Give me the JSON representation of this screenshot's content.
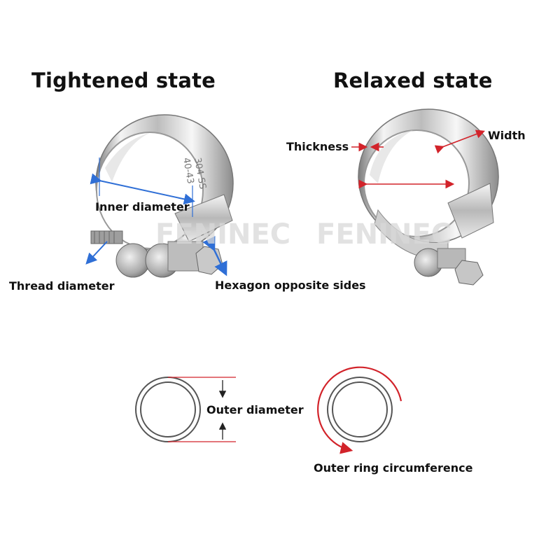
{
  "titles": {
    "tightened": "Tightened state",
    "relaxed": "Relaxed state"
  },
  "labels": {
    "inner_diameter": "Inner diameter",
    "thread_diameter": "Thread diameter",
    "hexagon_opposite_sides": "Hexagon opposite sides",
    "thickness": "Thickness",
    "width": "Width",
    "outer_diameter": "Outer diameter",
    "outer_ring_circumference": "Outer ring circumference"
  },
  "band_markings": {
    "size": "40-43",
    "material": "304 SS"
  },
  "watermark": "FENINEC",
  "colors": {
    "blue_marker": "#2f6fd6",
    "red_marker": "#d2232a",
    "metal_light": "#eeeeee",
    "metal_dark": "#8a8a8a"
  }
}
